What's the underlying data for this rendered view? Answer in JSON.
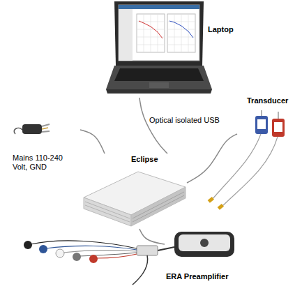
{
  "diagram": {
    "nodes": [
      {
        "text": [
          "Laptop"
        ]
      },
      {
        "text": [
          "Transducer"
        ]
      },
      {
        "text": [
          "Mains 110-240 Volt, GND"
        ]
      },
      {
        "text": [
          "Eclipse"
        ]
      },
      {
        "text": [
          "ERA Preamplifier"
        ]
      }
    ],
    "edges": [
      {
        "from": 0,
        "to": 3,
        "label": "Optical isolated USB",
        "arrow": "none"
      },
      {
        "from": 3,
        "to": 1,
        "arrow": "none"
      },
      {
        "from": 2,
        "to": 3,
        "arrow": "none"
      },
      {
        "from": 3,
        "to": 4,
        "arrow": "none"
      }
    ]
  }
}
